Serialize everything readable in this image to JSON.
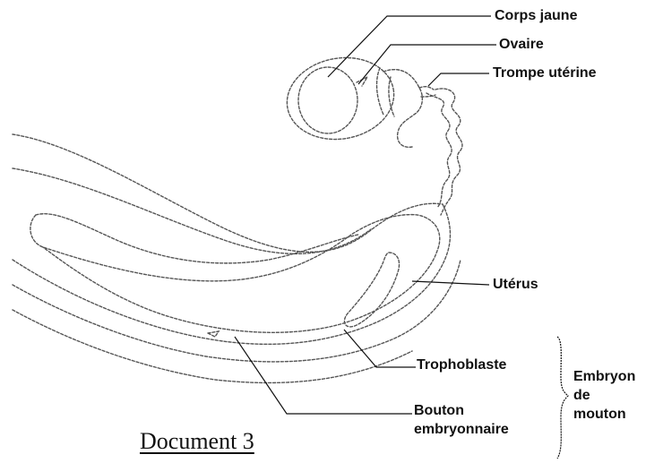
{
  "labels": {
    "corps_jaune": "Corps jaune",
    "ovaire": "Ovaire",
    "trompe": "Trompe utérine",
    "uterus": "Utérus",
    "trophoblaste": "Trophoblaste",
    "bouton_line1": "Bouton",
    "bouton_line2": "embryonnaire",
    "embryon_line1": "Embryon",
    "embryon_line2": "de",
    "embryon_line3": "mouton"
  },
  "title": "Document 3",
  "colors": {
    "ink": "#111111",
    "sketch": "#555555",
    "background": "#ffffff"
  }
}
